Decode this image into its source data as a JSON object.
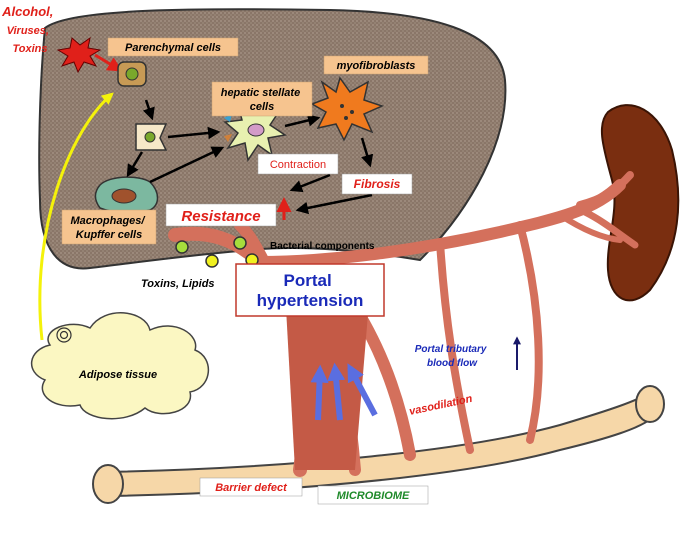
{
  "etiology": [
    "Alcohol,",
    "Viruses,",
    "Toxins"
  ],
  "cells": {
    "parenchymal": "Parenchymal cells",
    "stellate": [
      "hepatic stellate",
      "cells"
    ],
    "myofibroblasts": "myofibroblasts",
    "macrophages": [
      "Macrophages/",
      "Kupffer cells"
    ]
  },
  "labels": {
    "contraction": "Contraction",
    "fibrosis": "Fibrosis",
    "resistance": "Resistance",
    "bacterial": "Bacterial components",
    "toxins_lipids": "Toxins, Lipids",
    "portal": [
      "Portal",
      "hypertension"
    ],
    "tributary": [
      "Portal tributary",
      "blood flow"
    ],
    "vasodilation": "vasodilation",
    "adipose": "Adipose tissue",
    "barrier": "Barrier defect",
    "microbiome": "MICROBIOME"
  },
  "colors": {
    "liver": "#8a7668",
    "liver_dots": "#a89788",
    "vessel": "#d4705c",
    "vessel_dark": "#b8533f",
    "intestine": "#f6d7a8",
    "spleen": "#7a2e10",
    "label_box": "#f6c48f",
    "red_text": "#e0201a",
    "blue_text": "#1a2ab8",
    "green_text": "#1f8a2a"
  }
}
